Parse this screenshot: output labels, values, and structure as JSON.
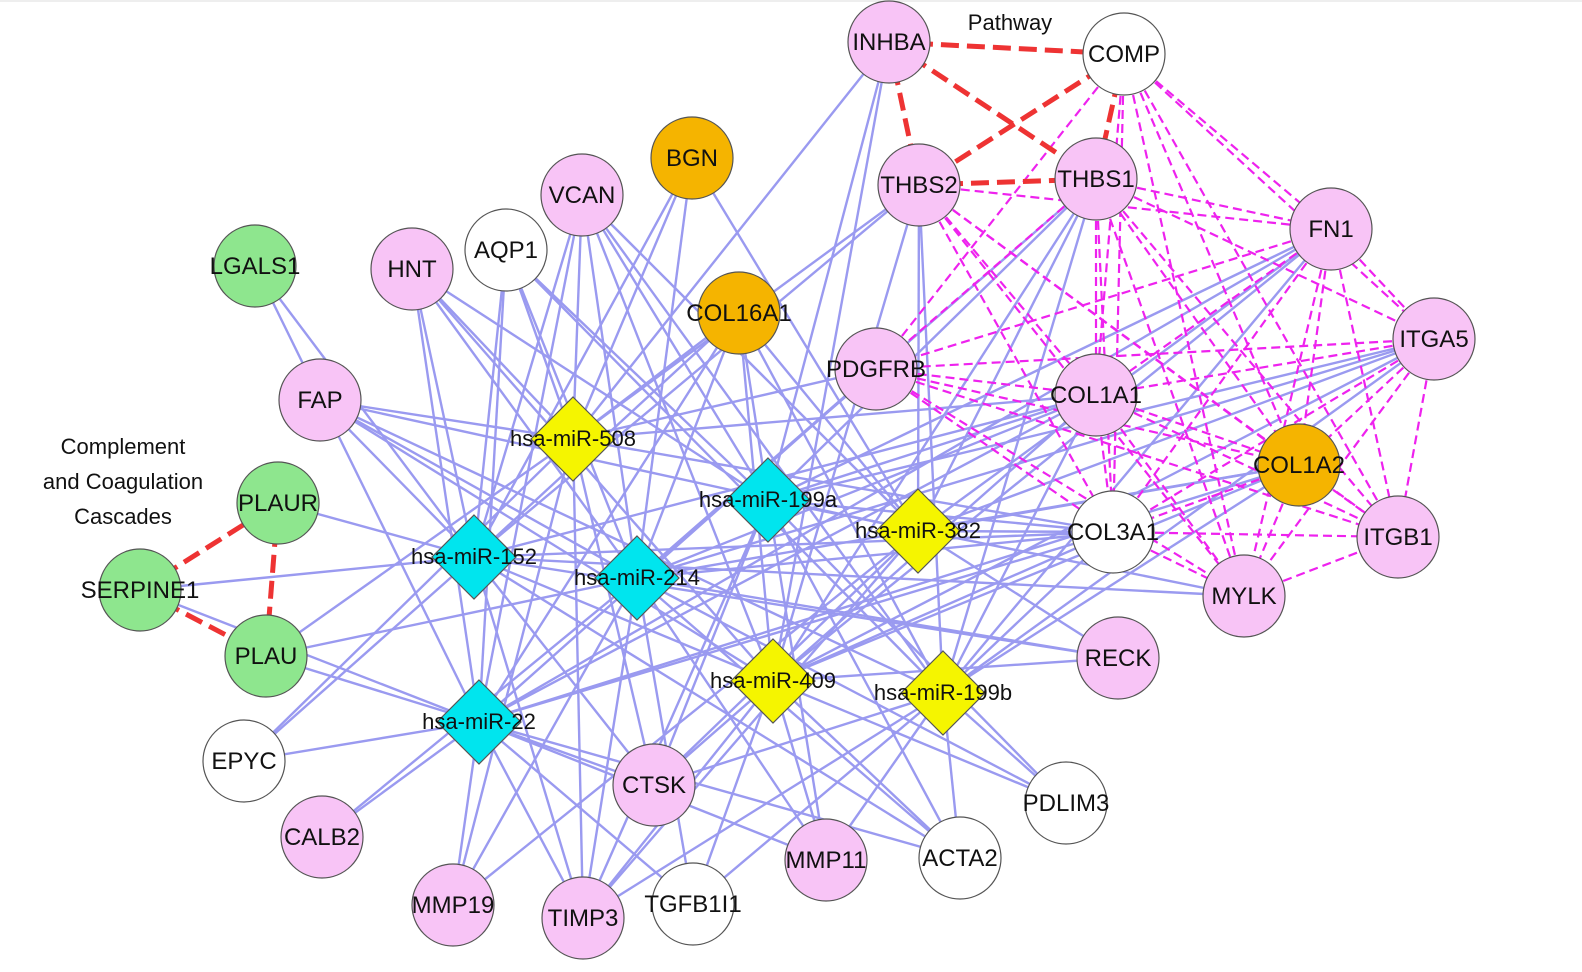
{
  "colors": {
    "edge_mirna": "#9a9af0",
    "edge_coexpression": "#ee22ee",
    "edge_pathway": "#ee3333",
    "node_pink": "#f8c4f6",
    "node_white": "#ffffff",
    "node_green": "#8ee68e",
    "node_orange": "#f5b400",
    "mir_yellow": "#f5f500",
    "mir_cyan": "#00e5ee",
    "node_stroke": "#555555"
  },
  "annotations": {
    "pathway": "Pathway",
    "complement_line1": "Complement",
    "complement_line2": "and Coagulation",
    "complement_line3": "Cascades"
  },
  "genes": [
    {
      "id": "INHBA",
      "label": "INHBA",
      "color": "pink"
    },
    {
      "id": "COMP",
      "label": "COMP",
      "color": "white"
    },
    {
      "id": "BGN",
      "label": "BGN",
      "color": "orange"
    },
    {
      "id": "THBS2",
      "label": "THBS2",
      "color": "pink"
    },
    {
      "id": "THBS1",
      "label": "THBS1",
      "color": "pink"
    },
    {
      "id": "VCAN",
      "label": "VCAN",
      "color": "pink"
    },
    {
      "id": "FN1",
      "label": "FN1",
      "color": "pink"
    },
    {
      "id": "LGALS1",
      "label": "LGALS1",
      "color": "green"
    },
    {
      "id": "HNT",
      "label": "HNT",
      "color": "pink"
    },
    {
      "id": "AQP1",
      "label": "AQP1",
      "color": "white"
    },
    {
      "id": "COL16A1",
      "label": "COL16A1",
      "color": "orange"
    },
    {
      "id": "ITGA5",
      "label": "ITGA5",
      "color": "pink"
    },
    {
      "id": "PDGFRB",
      "label": "PDGFRB",
      "color": "pink"
    },
    {
      "id": "FAP",
      "label": "FAP",
      "color": "pink"
    },
    {
      "id": "COL1A1",
      "label": "COL1A1",
      "color": "pink"
    },
    {
      "id": "COL1A2",
      "label": "COL1A2",
      "color": "orange"
    },
    {
      "id": "PLAUR",
      "label": "PLAUR",
      "color": "green"
    },
    {
      "id": "COL3A1",
      "label": "COL3A1",
      "color": "white"
    },
    {
      "id": "ITGB1",
      "label": "ITGB1",
      "color": "pink"
    },
    {
      "id": "SERPINE1",
      "label": "SERPINE1",
      "color": "green"
    },
    {
      "id": "MYLK",
      "label": "MYLK",
      "color": "pink"
    },
    {
      "id": "PLAU",
      "label": "PLAU",
      "color": "green"
    },
    {
      "id": "RECK",
      "label": "RECK",
      "color": "pink"
    },
    {
      "id": "EPYC",
      "label": "EPYC",
      "color": "white"
    },
    {
      "id": "CTSK",
      "label": "CTSK",
      "color": "pink"
    },
    {
      "id": "PDLIM3",
      "label": "PDLIM3",
      "color": "white"
    },
    {
      "id": "CALB2",
      "label": "CALB2",
      "color": "pink"
    },
    {
      "id": "MMP11",
      "label": "MMP11",
      "color": "pink"
    },
    {
      "id": "ACTA2",
      "label": "ACTA2",
      "color": "white"
    },
    {
      "id": "MMP19",
      "label": "MMP19",
      "color": "pink"
    },
    {
      "id": "TIMP3",
      "label": "TIMP3",
      "color": "pink"
    },
    {
      "id": "TGFB1I1",
      "label": "TGFB1I1",
      "color": "white"
    }
  ],
  "mirnas": [
    {
      "id": "hsa-miR-508",
      "label": "hsa-miR-508",
      "color": "yellow"
    },
    {
      "id": "hsa-miR-199a",
      "label": "hsa-miR-199a",
      "color": "cyan"
    },
    {
      "id": "hsa-miR-382",
      "label": "hsa-miR-382",
      "color": "yellow"
    },
    {
      "id": "hsa-miR-152",
      "label": "hsa-miR-152",
      "color": "cyan"
    },
    {
      "id": "hsa-miR-214",
      "label": "hsa-miR-214",
      "color": "cyan"
    },
    {
      "id": "hsa-miR-409",
      "label": "hsa-miR-409",
      "color": "yellow"
    },
    {
      "id": "hsa-miR-199b",
      "label": "hsa-miR-199b",
      "color": "yellow"
    },
    {
      "id": "hsa-miR-22",
      "label": "hsa-miR-22",
      "color": "cyan"
    }
  ],
  "pathway_edges": [
    [
      "INHBA",
      "COMP"
    ],
    [
      "INHBA",
      "THBS2"
    ],
    [
      "INHBA",
      "THBS1"
    ],
    [
      "COMP",
      "THBS2"
    ],
    [
      "COMP",
      "THBS1"
    ],
    [
      "THBS2",
      "THBS1"
    ],
    [
      "SERPINE1",
      "PLAUR"
    ],
    [
      "SERPINE1",
      "PLAU"
    ],
    [
      "PLAUR",
      "PLAU"
    ]
  ],
  "coexpression_edges": [
    [
      "COMP",
      "FN1"
    ],
    [
      "COMP",
      "ITGA5"
    ],
    [
      "COMP",
      "ITGB1"
    ],
    [
      "COMP",
      "MYLK"
    ],
    [
      "COMP",
      "COL1A1"
    ],
    [
      "COMP",
      "COL1A2"
    ],
    [
      "COMP",
      "COL3A1"
    ],
    [
      "COMP",
      "PDGFRB"
    ],
    [
      "THBS1",
      "FN1"
    ],
    [
      "THBS1",
      "ITGA5"
    ],
    [
      "THBS1",
      "ITGB1"
    ],
    [
      "THBS1",
      "MYLK"
    ],
    [
      "THBS1",
      "COL1A1"
    ],
    [
      "THBS1",
      "COL1A2"
    ],
    [
      "THBS1",
      "COL3A1"
    ],
    [
      "THBS1",
      "PDGFRB"
    ],
    [
      "THBS2",
      "FN1"
    ],
    [
      "THBS2",
      "COL1A1"
    ],
    [
      "THBS2",
      "COL1A2"
    ],
    [
      "THBS2",
      "COL3A1"
    ],
    [
      "THBS2",
      "MYLK"
    ],
    [
      "THBS2",
      "ITGB1"
    ],
    [
      "FN1",
      "ITGA5"
    ],
    [
      "FN1",
      "ITGB1"
    ],
    [
      "FN1",
      "MYLK"
    ],
    [
      "FN1",
      "COL1A1"
    ],
    [
      "FN1",
      "COL1A2"
    ],
    [
      "FN1",
      "COL3A1"
    ],
    [
      "FN1",
      "PDGFRB"
    ],
    [
      "ITGA5",
      "ITGB1"
    ],
    [
      "ITGA5",
      "MYLK"
    ],
    [
      "ITGA5",
      "COL1A1"
    ],
    [
      "ITGA5",
      "COL1A2"
    ],
    [
      "ITGA5",
      "COL3A1"
    ],
    [
      "ITGA5",
      "PDGFRB"
    ],
    [
      "PDGFRB",
      "COL1A1"
    ],
    [
      "PDGFRB",
      "COL1A2"
    ],
    [
      "PDGFRB",
      "COL3A1"
    ],
    [
      "PDGFRB",
      "MYLK"
    ],
    [
      "PDGFRB",
      "ITGB1"
    ],
    [
      "COL1A1",
      "COL1A2"
    ],
    [
      "COL1A1",
      "COL3A1"
    ],
    [
      "COL1A1",
      "MYLK"
    ],
    [
      "COL1A1",
      "ITGB1"
    ],
    [
      "COL1A2",
      "COL3A1"
    ],
    [
      "COL1A2",
      "MYLK"
    ],
    [
      "COL1A2",
      "ITGB1"
    ],
    [
      "COL3A1",
      "MYLK"
    ],
    [
      "COL3A1",
      "ITGB1"
    ],
    [
      "MYLK",
      "ITGB1"
    ]
  ],
  "mirna_targets": {
    "hsa-miR-508": [
      "INHBA",
      "VCAN",
      "BGN",
      "AQP1",
      "COL16A1",
      "THBS2",
      "FAP",
      "PDGFRB",
      "COL1A1",
      "COL3A1",
      "CTSK",
      "TIMP3",
      "MMP19",
      "EPYC",
      "PLAU",
      "HNT"
    ],
    "hsa-miR-199a": [
      "INHBA",
      "VCAN",
      "AQP1",
      "HNT",
      "THBS1",
      "COL16A1",
      "FN1",
      "ITGA5",
      "COL1A1",
      "COL3A1",
      "MYLK",
      "CTSK",
      "MMP11",
      "ACTA2",
      "TIMP3",
      "PDLIM3"
    ],
    "hsa-miR-382": [
      "THBS2",
      "THBS1",
      "FN1",
      "ITGA5",
      "COL1A2",
      "COL3A1",
      "COL16A1",
      "BGN",
      "VCAN",
      "FAP",
      "CTSK",
      "TIMP3",
      "MMP19",
      "RECK"
    ],
    "hsa-miR-152": [
      "LGALS1",
      "FAP",
      "SERPINE1",
      "PLAUR",
      "HNT",
      "VCAN",
      "AQP1",
      "BGN",
      "COL16A1",
      "THBS2",
      "COL1A1",
      "COL3A1",
      "RECK",
      "MYLK",
      "PDLIM3",
      "ACTA2",
      "CTSK",
      "TIMP3",
      "EPYC"
    ],
    "hsa-miR-214": [
      "FAP",
      "HNT",
      "AQP1",
      "BGN",
      "VCAN",
      "COL16A1",
      "THBS1",
      "PDGFRB",
      "ITGA5",
      "COL1A1",
      "COL1A2",
      "COL3A1",
      "RECK",
      "PDLIM3",
      "ACTA2",
      "MMP11",
      "TGFB1I1",
      "TIMP3",
      "MMP19",
      "CALB2",
      "PLAU"
    ],
    "hsa-miR-409": [
      "INHBA",
      "THBS2",
      "THBS1",
      "FN1",
      "ITGA5",
      "COL1A1",
      "COL1A2",
      "COL3A1",
      "COL16A1",
      "VCAN",
      "HNT",
      "FAP",
      "CTSK",
      "MMP11",
      "ACTA2",
      "TIMP3",
      "TGFB1I1",
      "RECK"
    ],
    "hsa-miR-199b": [
      "THBS2",
      "THBS1",
      "FN1",
      "ITGA5",
      "COL1A1",
      "COL1A2",
      "COL3A1",
      "COL16A1",
      "VCAN",
      "AQP1",
      "FAP",
      "CTSK",
      "MMP11",
      "ACTA2",
      "PDLIM3",
      "TIMP3",
      "TGFB1I1"
    ],
    "hsa-miR-22": [
      "LGALS1",
      "HNT",
      "VCAN",
      "AQP1",
      "COL16A1",
      "PDGFRB",
      "COL1A1",
      "COL1A2",
      "COL3A1",
      "FN1",
      "EPYC",
      "CALB2",
      "MMP19",
      "TIMP3",
      "TGFB1I1",
      "CTSK",
      "MMP11",
      "ACTA2",
      "PLAU",
      "SERPINE1"
    ]
  }
}
